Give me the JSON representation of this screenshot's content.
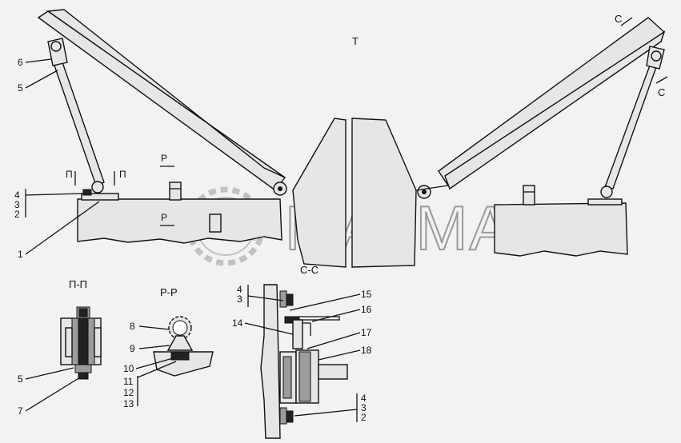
{
  "view_letter": "Т",
  "section_cc": "С-С",
  "section_pp": "П-П",
  "section_rr": "Р-Р",
  "marker_c": "С",
  "marker_p": "П",
  "marker_r": "Р",
  "watermark": "МАГМА",
  "callouts": {
    "n1": "1",
    "n2": "2",
    "n3": "3",
    "n4": "4",
    "n5": "5",
    "n6": "6",
    "n7": "7",
    "n8": "8",
    "n9": "9",
    "n10": "10",
    "n11": "11",
    "n12": "12",
    "n13": "13",
    "n14": "14",
    "n15": "15",
    "n16": "16",
    "n17": "17",
    "n18": "18"
  }
}
